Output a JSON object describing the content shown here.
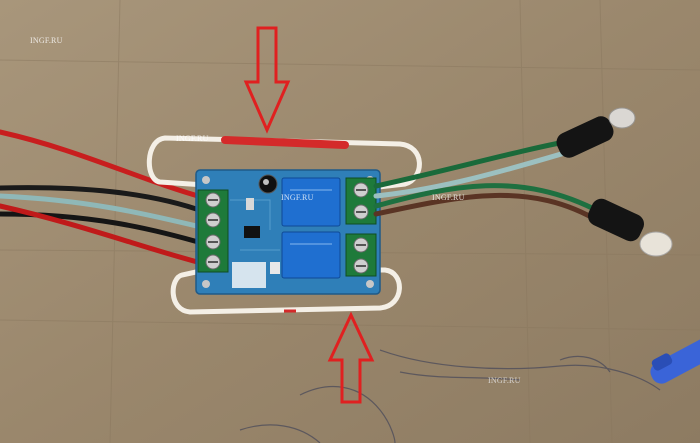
{
  "watermarks": [
    "INGF.RU",
    "INGF.RU",
    "INGF.RU",
    "INGF.RU",
    "INGF.RU"
  ],
  "colors": {
    "cardboard": "#9c8b72",
    "board": "#2f7fb8",
    "relay": "#1f6fd0",
    "terminal": "#1e7a3a",
    "arrow": "#e02020",
    "loop_wire": "#f4efe6"
  }
}
